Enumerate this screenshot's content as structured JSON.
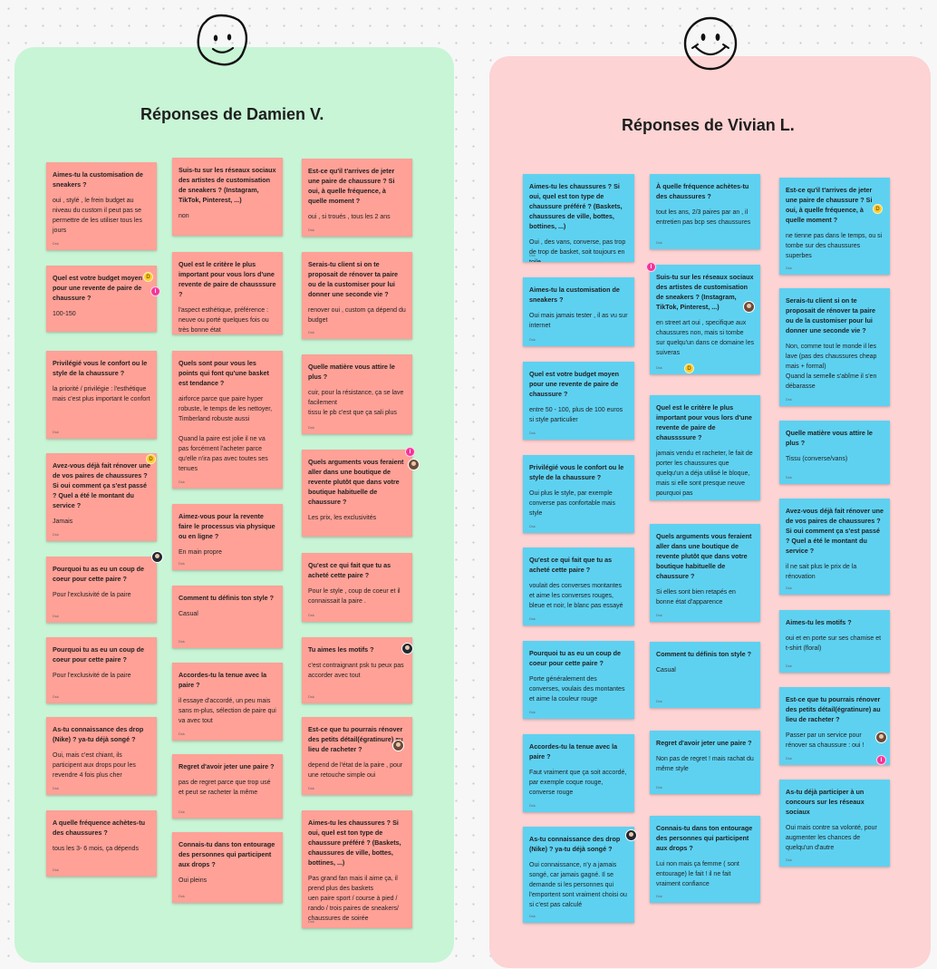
{
  "damien": {
    "title": "Réponses de Damien V.",
    "notes": [
      {
        "q": "Aimes-tu la customisation de sneakers ?",
        "a": "oui , stylé , le frein budget au niveau du custom il peut pas se permettre de les utiliser tous les jours",
        "meta": "Dsk"
      },
      {
        "q": "Quel est votre budget moyen pour une revente de paire de chaussure ?",
        "a": "100-150",
        "meta": ""
      },
      {
        "q": "Privilégié vous le confort ou le style de la chaussure ?",
        "a": "la priorité / privilégie : l'esthétique mais c'est plus important le confort",
        "meta": "Dsk"
      },
      {
        "q": "Avez-vous déjà fait rénover une de vos paires de chaussures ? Si oui comment ça s'est passé ? Quel a été le montant du service ?",
        "a": "Jamais",
        "meta": "Dsk"
      },
      {
        "q": "Pourquoi tu as eu un coup de coeur pour cette paire ?",
        "a": "Pour l'exclusivité de la paire",
        "meta": "Dsk"
      },
      {
        "q": "Pourquoi tu as eu un coup de coeur pour cette paire ?",
        "a": "Pour l'exclusivité de la paire",
        "meta": "Dsk"
      },
      {
        "q": "As-tu connaissance des drop (Nike) ? ya-tu déjà songé ?",
        "a": "Oui, mais c'est chiant, ils participent aux drops pour les revendre 4 fois plus cher",
        "meta": "Dsk"
      },
      {
        "q": "A quelle fréquence achètes-tu des chaussures ?",
        "a": "tous les 3- 6 mois, ça dépends",
        "meta": "Dsk"
      },
      {
        "q": "Suis-tu sur les réseaux sociaux des artistes de customisation de sneakers ? (Instagram, TikTok, Pinterest, ...)",
        "a": "non",
        "meta": ""
      },
      {
        "q": "Quel est le critère le plus important pour vous lors d'une revente de paire de chausssure ?",
        "a": "l'aspect esthétique, préférence : neuve ou porté quelques fois ou très bonne état",
        "meta": ""
      },
      {
        "q": "Quels sont pour vous les points qui font qu'une basket est tendance ?",
        "a": "airforce parce que paire hyper robuste, le temps de les nettoyer, Timberland robuste aussi\n\nQuand la paire est jolie il ne va pas forcément l'acheter parce qu'elle n'ira pas avec toutes ses tenues",
        "meta": "Dsk"
      },
      {
        "q": "Aimez-vous pour la revente faire le processus via physique ou en ligne ?",
        "a": "En main propre",
        "meta": "Dsk"
      },
      {
        "q": "Comment tu définis ton style ?",
        "a": "Casual",
        "meta": "Dsk"
      },
      {
        "q": "Accordes-tu la tenue avec la paire ?",
        "a": "il essaye d'accordé, un peu mais sans m-plus, sélection de paire qui va avec tout",
        "meta": "Dsk"
      },
      {
        "q": "Regret d'avoir jeter une paire ?",
        "a": "pas de regret parce que trop usé et peut se racheter la même",
        "meta": "Dsk"
      },
      {
        "q": "Connais-tu dans ton entourage des personnes qui participent aux drops ?",
        "a": "Oui pleins",
        "meta": "Dsk"
      },
      {
        "q": "Est-ce qu'il t'arrives de jeter une paire de chaussure ? Si oui, à quelle fréquence, à quelle moment ?",
        "a": "oui , si troués , tous les 2 ans",
        "meta": "Dsk"
      },
      {
        "q": "Serais-tu client si on te proposait de rénover ta paire ou de la customiser pour lui donner une seconde vie ?",
        "a": "renover oui , custom ça dépend du budget",
        "meta": "Dsk"
      },
      {
        "q": "Quelle matière vous attire le plus ?",
        "a": "cuir, pour la résistance, ça se lave facilement\ntissu le pb c'est que ça sali plus",
        "meta": "Dsk"
      },
      {
        "q": "Quels arguments vous feraient aller dans une boutique de revente plutôt que dans votre boutique habituelle de chaussure ?",
        "a": "Les prix, les exclusivités",
        "meta": ""
      },
      {
        "q": "Qu'est ce qui fait que tu as acheté cette paire ?",
        "a": "Pour le style , coup de coeur et il connaissait la paire .",
        "meta": "Dsk"
      },
      {
        "q": "Tu aimes les motifs ?",
        "a": "c'est contraignant psk tu peux pas accorder avec tout",
        "meta": "Dsk"
      },
      {
        "q": "Est-ce que tu pourrais rénover des petits détail(égratinure) au lieu de racheter ?",
        "a": "depend de l'état de la paire , pour une retouche simple oui",
        "meta": "Dsk"
      },
      {
        "q": "Aimes-tu les chaussures ? Si oui, quel est ton type de chaussure préféré ? (Baskets, chaussures de ville, bottes, bottines, ...)",
        "a": "Pas grand fan mais il aime ça, il prend plus des baskets\nuen paire sport / course à pied / rando / trois paires de sneakers/ chaussures de soirée",
        "meta": "Dsk"
      }
    ]
  },
  "vivian": {
    "title": "Réponses de Vivian L.",
    "notes": [
      {
        "q": "Aimes-tu les chaussures ? Si oui, quel est ton type de chaussure préféré ? (Baskets, chaussures de ville, bottes, bottines, ...)",
        "a": "Oui , des vans, converse, pas trop de trop de basket, soit toujours en toile",
        "meta": "Dsk"
      },
      {
        "q": "Aimes-tu la customisation de sneakers ?",
        "a": "Oui mais jamais tester , il as vu sur internet",
        "meta": "Dsk"
      },
      {
        "q": "Quel est votre budget moyen pour une revente de paire de chaussure ?",
        "a": "entre 50 - 100, plus de 100 euros si style particulier",
        "meta": "Dsk"
      },
      {
        "q": "Privilégié vous le confort ou le style de la chaussure ?",
        "a": "Oui plus le style, par exemple converse pas confortable mais style",
        "meta": "Dsk"
      },
      {
        "q": "Qu'est ce qui fait que tu as acheté cette paire ?",
        "a": "voulait des converses montantes et aime les converses rouges, bleue et noir, le blanc pas essayé",
        "meta": "Dsk"
      },
      {
        "q": "Pourquoi tu as eu un coup de coeur pour cette paire ?",
        "a": "Porte généralement des converses, voulais des montantes et aime la couleur rouge",
        "meta": "Dsk"
      },
      {
        "q": "Accordes-tu la tenue avec la paire ?",
        "a": "Faut vraiment que ça soit accordé, par exemple coque rouge, converse rouge",
        "meta": "Dsk"
      },
      {
        "q": "As-tu connaissance des drop (Nike) ? ya-tu déjà songé ?",
        "a": "Oui connaissance, n'y a jamais songé, car jamais gagné. Il se demande si les personnes qui l'emportent sont vraiment choisi ou si c'est pas calculé",
        "meta": "Dsk"
      },
      {
        "q": "À quelle fréquence achètes-tu des chaussures ?",
        "a": "tout les ans, 2/3 paires par an , il entretien pas bcp ses chaussures",
        "meta": "Dsk"
      },
      {
        "q": "Suis-tu sur les réseaux sociaux des artistes de customisation de sneakers ? (Instagram, TikTok, Pinterest, ...)",
        "a": "en street art oui , specifique aux chaussures non, mais si tombe sur quelqu'un dans ce domaine les suiveras",
        "meta": "Dsk"
      },
      {
        "q": "Quel est le critère le plus important pour vous lors d'une revente de paire de chaussssure ?",
        "a": "jamais vendu et racheter, le fait de porter les chaussures que quelqu'un a déja utilisé le bloque, mais si elle sont presque neuve pourquoi pas",
        "meta": "Dsk"
      },
      {
        "q": "Quels arguments vous feraient aller dans une boutique de revente plutôt que dans votre boutique habituelle de chaussure ?",
        "a": "Si elles sont bien retapés en bonne état d'apparence",
        "meta": "Dsk"
      },
      {
        "q": "Comment tu définis ton style ?",
        "a": "Casual",
        "meta": "Dsk"
      },
      {
        "q": "Regret d'avoir jeter une paire ?",
        "a": "Non pas de regret ! mais rachat du même style",
        "meta": "Dsk"
      },
      {
        "q": "Connais-tu dans ton entourage des personnes qui participent aux drops ?",
        "a": "Lui non mais ça femme ( sont entourage) le fait ! il ne fait vraiment confiance",
        "meta": "Dsk"
      },
      {
        "q": "Est-ce qu'il t'arrives de jeter une paire de chaussure ? Si oui, à quelle fréquence, à quelle moment ?",
        "a": "ne tienne pas dans le temps, ou si tombe sur des chaussures superbes",
        "meta": "Dsk"
      },
      {
        "q": "Serais-tu client si on te proposait de rénover ta paire ou de la customiser pour lui donner une seconde vie ?",
        "a": "Non, comme tout le monde il les lave (pas des chaussures cheap mais + formal)\nQuand la semelle s'abîme il s'en débarasse",
        "meta": "Dsk"
      },
      {
        "q": "Quelle matière vous attire le plus ?",
        "a": "Tissu (converse/vans)",
        "meta": "Dsk"
      },
      {
        "q": "Avez-vous déjà fait rénover une de vos paires de chaussures ? Si oui comment ça s'est passé ? Quel a été le montant du service ?",
        "a": "il ne sait plus le prix de la rénovation",
        "meta": "Dsk"
      },
      {
        "q": "Aimes-tu les motifs ?",
        "a": "oui et en porte sur ses chamise et t-shirt (floral)",
        "meta": "Dsk"
      },
      {
        "q": "Est-ce que tu pourrais rénover des petits détail(égratinure) au lieu de racheter ?",
        "a": "Passer par un service pour rénover sa chaussure : oui !",
        "meta": "Dsk"
      },
      {
        "q": "As-tu déjà participer à un concours sur les réseaux sociaux",
        "a": "Oui mais contre sa volonté, pour augmenter les chances de quelqu'un d'autre",
        "meta": "Dsk"
      }
    ]
  },
  "badges": {
    "yellow_label": "D",
    "pink_label": "I"
  },
  "colors": {
    "green_section": "#c8f5d6",
    "pink_section": "#fdd3d3",
    "red_note": "#ffa197",
    "blue_note": "#5ed1f1"
  }
}
